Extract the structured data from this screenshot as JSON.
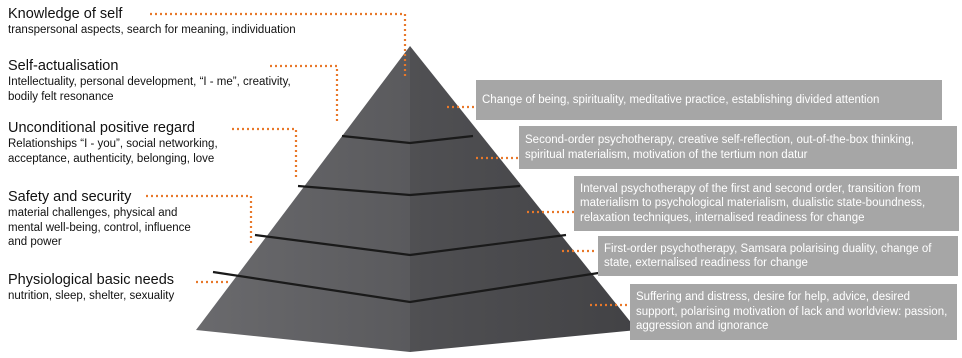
{
  "left_levels": [
    {
      "title": "Knowledge of self",
      "description": "transpersonal aspects, search for meaning, individuation"
    },
    {
      "title": "Self-actualisation",
      "description": "Intellectuality, personal development, “I - me”, creativity, bodily felt resonance"
    },
    {
      "title": "Unconditional positive regard",
      "description": "Relationships “I - you”, social networking, acceptance, authenticity, belonging, love"
    },
    {
      "title": "Safety and security",
      "description": "material challenges, physical and mental well-being, control, influence and power"
    },
    {
      "title": "Physiological basic needs",
      "description": "nutrition, sleep, shelter, sexuality"
    }
  ],
  "right_levels": [
    {
      "text": "Change of being, spirituality, meditative practice, establishing divided attention"
    },
    {
      "text": "Second-order psychotherapy, creative self-reflection, out-of-the-box thinking, spiritual materialism, motivation of the tertium non datur"
    },
    {
      "text": "Interval psychotherapy of the first and second order, transition from materialism to psychological materialism, dualistic state-boundness, relaxation techniques, internalised readiness for change"
    },
    {
      "text": "First-order psychotherapy, Samsara polarising duality, change of state, externalised readiness for change"
    },
    {
      "text": "Suffering and distress, desire for help, advice, desired support, polarising motivation of lack and worldview: passion, aggression and ignorance"
    }
  ],
  "colors": {
    "pyramid_left": "#5d5d60",
    "pyramid_right": "#4a4a4d",
    "box": "#a6a6a6",
    "connector": "#e8782a"
  }
}
